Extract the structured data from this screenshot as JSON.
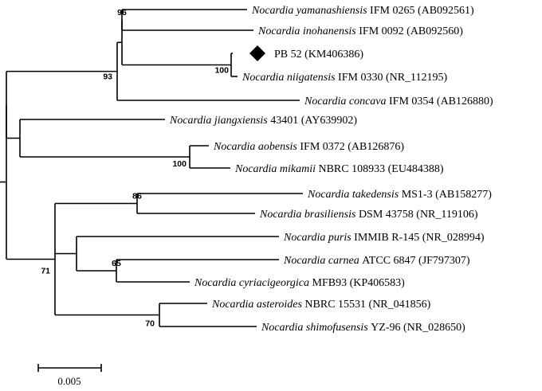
{
  "tree": {
    "taxa": [
      {
        "id": "t1",
        "species": "Nocardia yamanashiensis",
        "strain": " IFM 0265 (AB092561)"
      },
      {
        "id": "t2",
        "species": "Nocardia inohanensis",
        "strain": " IFM 0092 (AB092560)"
      },
      {
        "id": "t3",
        "species": "",
        "strain": "PB 52 (KM406386)",
        "marker": "diamond"
      },
      {
        "id": "t4",
        "species": "Nocardia niigatensis",
        "strain": " IFM 0330 (NR_112195)"
      },
      {
        "id": "t5",
        "species": "Nocardia concava",
        "strain": " IFM 0354 (AB126880)"
      },
      {
        "id": "t6",
        "species": "Nocardia jiangxiensis",
        "strain": " 43401 (AY639902)"
      },
      {
        "id": "t7",
        "species": "Nocardia aobensis",
        "strain": " IFM 0372 (AB126876)"
      },
      {
        "id": "t8",
        "species": "Nocardia mikamii",
        "strain": " NBRC 108933 (EU484388)"
      },
      {
        "id": "t9",
        "species": "Nocardia takedensis",
        "strain": " MS1-3 (AB158277)"
      },
      {
        "id": "t10",
        "species": "Nocardia brasiliensis",
        "strain": " DSM 43758 (NR_119106)"
      },
      {
        "id": "t11",
        "species": "Nocardia puris",
        "strain": " IMMIB R-145 (NR_028994)"
      },
      {
        "id": "t12",
        "species": "Nocardia carnea",
        "strain": " ATCC 6847 (JF797307)"
      },
      {
        "id": "t13",
        "species": "Nocardia cyriacigeorgica",
        "strain": " MFB93 (KP406583)"
      },
      {
        "id": "t14",
        "species": "Nocardia asteroides",
        "strain": " NBRC 15531 (NR_041856)"
      },
      {
        "id": "t15",
        "species": "Nocardia shimofusensis",
        "strain": " YZ-96 (NR_028650)"
      }
    ],
    "bootstrap": [
      {
        "clade": "yamanashiensis-inohanensis",
        "value": "96"
      },
      {
        "clade": "pb52-niigatensis",
        "value": "100"
      },
      {
        "clade": "group-a",
        "value": "93"
      },
      {
        "clade": "aobensis-mikamii",
        "value": "100"
      },
      {
        "clade": "takedensis-brasiliensis",
        "value": "86"
      },
      {
        "clade": "carnea-cyriacigeorgica",
        "value": "65"
      },
      {
        "clade": "asteroides-shimofusensis",
        "value": "70"
      },
      {
        "clade": "group-b",
        "value": "71"
      }
    ],
    "scale_bar": {
      "value": 0.005,
      "label": "0.005"
    }
  }
}
